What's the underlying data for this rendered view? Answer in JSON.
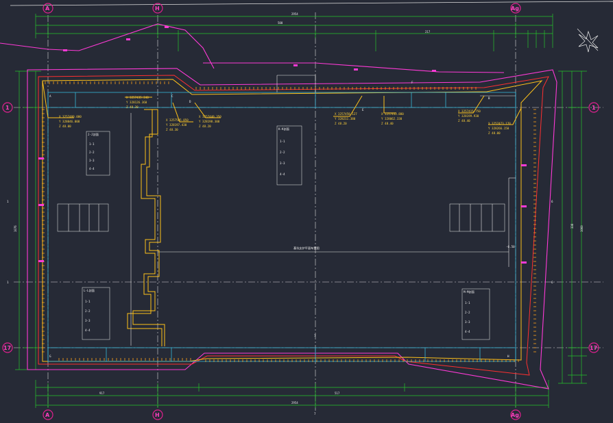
{
  "drawing": {
    "background": "#262a36",
    "grid_axes": {
      "top": [
        "A",
        "H",
        "Ag"
      ],
      "left": [
        "1",
        "17"
      ],
      "right": [
        "1",
        "17"
      ],
      "bottom": [
        "A",
        "H",
        "Ag"
      ],
      "mid": [
        "1",
        "1",
        "6",
        "6",
        "7",
        "7"
      ]
    },
    "colors": {
      "axis_bubble": "#e0208f",
      "dimension": "#25c52a",
      "pit_outline": "#ff3ad7",
      "support_line": "#ff3030",
      "annotation": "#ffc21a",
      "structure": "#37b6d8",
      "grid": "#dcdcdc"
    },
    "dimensions": {
      "top_total": "2954",
      "top_segment_1": "500",
      "top_segment_2": "217",
      "bottom_total": "2954",
      "bottom_segment_1": "917",
      "bottom_segment_2": "517",
      "left_total": "1076",
      "right_total": "1060",
      "right_segment": "338"
    },
    "corner_labels": {
      "top_left": "A",
      "top_right": "B",
      "mid_top_left": "C",
      "mid_top_right": "D",
      "mid_top": "E",
      "right_top": "F",
      "bottom_left": "G",
      "bottom_right": "H"
    },
    "coordinate_notes": [
      {
        "x": "X 3257480.000",
        "y": "Y 328046.000",
        "z": "Z 48.00"
      },
      {
        "x": "X 3257435.240",
        "y": "Y 328126.360",
        "z": "Z 48.30"
      },
      {
        "x": "X 3257505.050",
        "y": "Y 328197.430",
        "z": "Z 48.30"
      },
      {
        "x": "X 3257440.350",
        "y": "Y 328198.300",
        "z": "Z 48.20"
      },
      {
        "x": "X 3257458.127",
        "y": "Y 328211.380",
        "z": "Z 48.20"
      },
      {
        "x": "X 3257443.880",
        "y": "Y 328062.330",
        "z": "Z 48.40"
      },
      {
        "x": "X 3257415.750",
        "y": "Y 328199.930",
        "z": "Z 48.40"
      },
      {
        "x": "X 3257473.170",
        "y": "Y 328266.150",
        "z": "Z 48.00"
      }
    ],
    "section_tables": [
      {
        "title": "J-J剖面",
        "rows": [
          "1-1",
          "2-2",
          "3-3",
          "4-4"
        ]
      },
      {
        "title": "K-K剖面",
        "rows": [
          "1-1",
          "2-2",
          "3-3",
          "4-4"
        ]
      },
      {
        "title": "L-L剖面",
        "rows": [
          "1-1",
          "2-2",
          "3-3",
          "4-4"
        ]
      },
      {
        "title": "M-M剖面",
        "rows": [
          "1-1",
          "2-2",
          "3-3",
          "4-4"
        ]
      }
    ],
    "center_note": "基坑支护平面布置图",
    "elevation_note": "-6.50"
  }
}
